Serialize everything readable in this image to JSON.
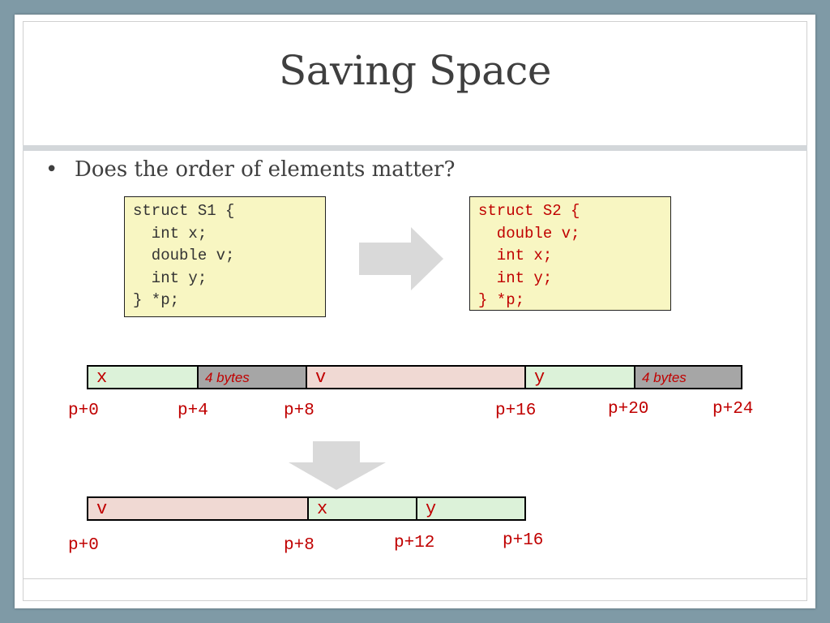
{
  "title": "Saving Space",
  "bullet": "Does the order of elements matter?",
  "bullet_glyph": "•",
  "struct_s1": [
    "struct S1 {",
    "  int x;",
    "  double v;",
    "  int y;",
    "} *p;"
  ],
  "struct_s2": [
    "struct S2 {",
    "  double v;",
    "  int x;",
    "  int y;",
    "} *p;"
  ],
  "layout_s1": {
    "cells": [
      {
        "label": "x",
        "kind": "field",
        "bytes": 4
      },
      {
        "label": "4 bytes",
        "kind": "padding",
        "bytes": 4
      },
      {
        "label": "v",
        "kind": "field",
        "bytes": 8
      },
      {
        "label": "y",
        "kind": "field",
        "bytes": 4
      },
      {
        "label": "4 bytes",
        "kind": "padding",
        "bytes": 4
      }
    ],
    "offsets": [
      "p+0",
      "p+4",
      "p+8",
      "p+16",
      "p+20",
      "p+24"
    ]
  },
  "layout_s2": {
    "cells": [
      {
        "label": "v",
        "kind": "field",
        "bytes": 8
      },
      {
        "label": "x",
        "kind": "field",
        "bytes": 4
      },
      {
        "label": "y",
        "kind": "field",
        "bytes": 4
      }
    ],
    "offsets": [
      "p+0",
      "p+8",
      "p+12",
      "p+16"
    ]
  },
  "colors": {
    "accent_red": "#c00000",
    "code_bg": "#f8f6c2",
    "int_cell": "#dcf2d9",
    "double_cell": "#f0d9d3",
    "padding_cell": "#a6a6a6",
    "arrow": "#d9d9d9"
  }
}
